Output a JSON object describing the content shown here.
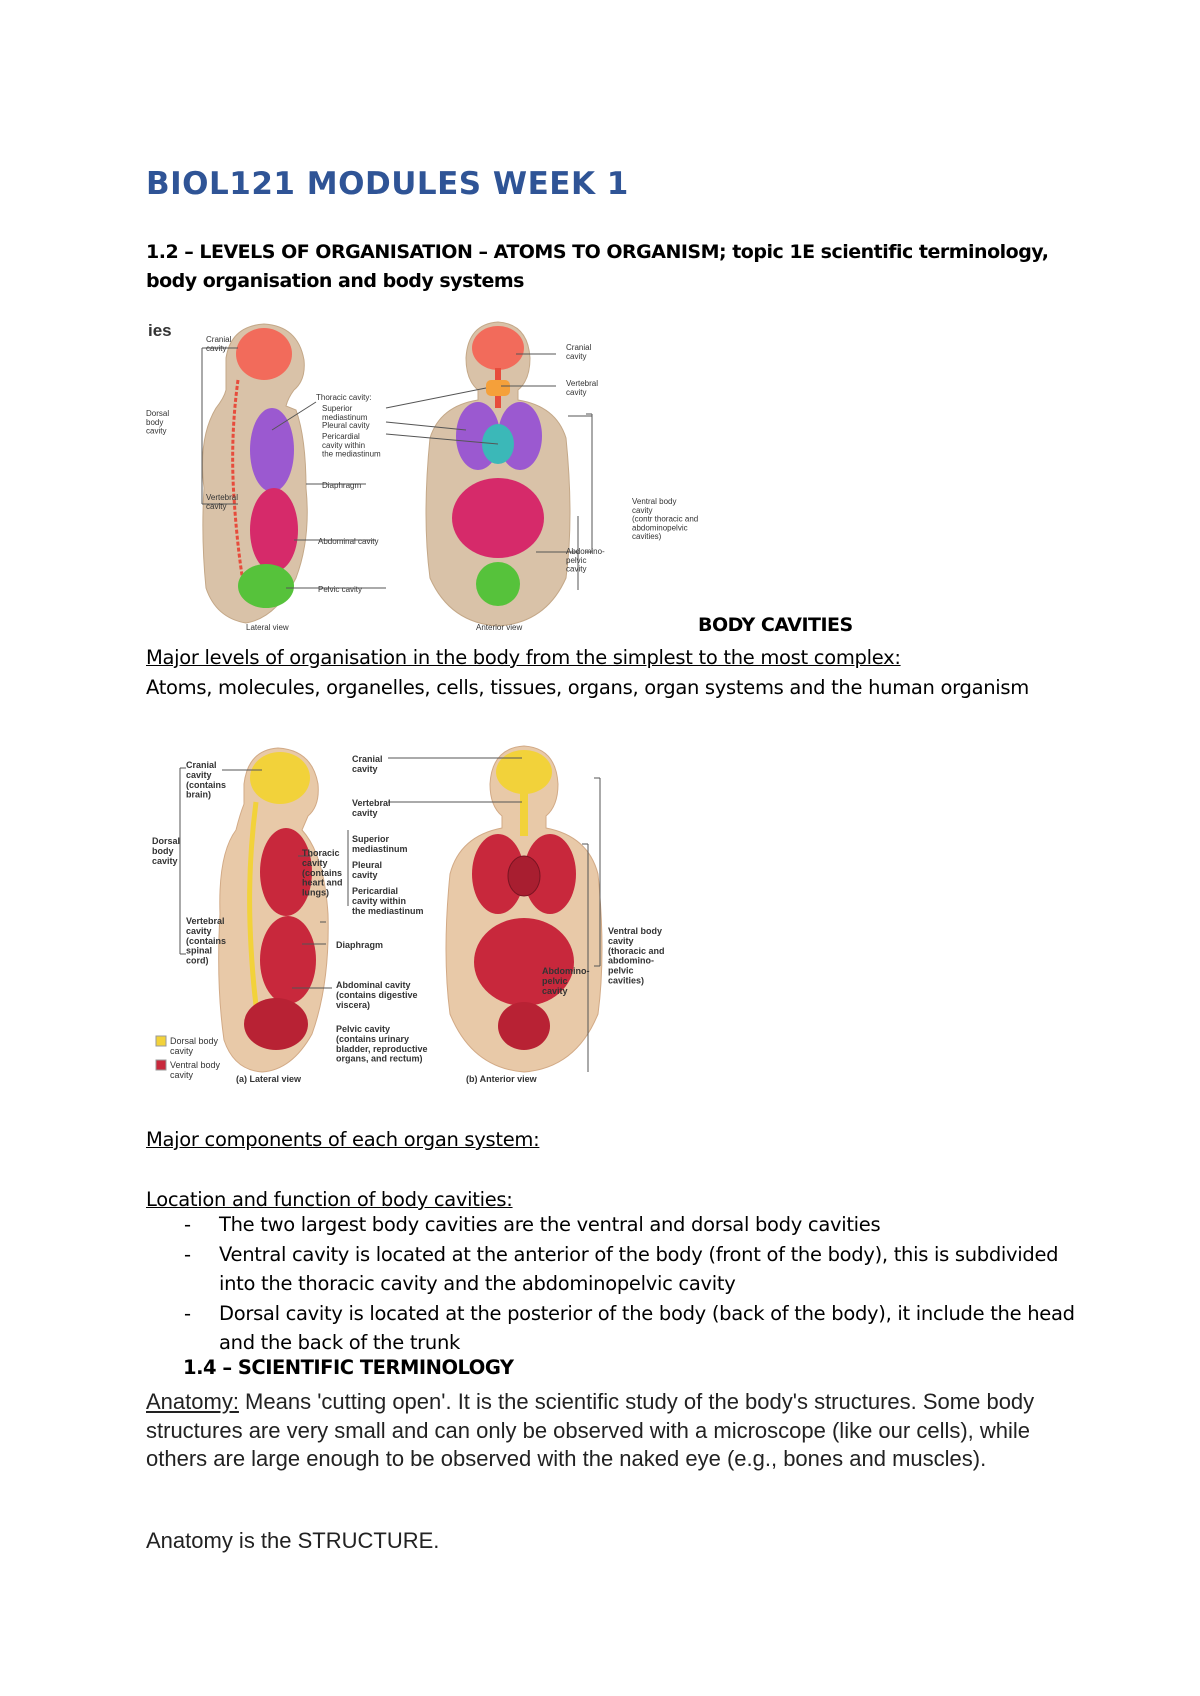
{
  "title": "BIOL121 MODULES WEEK 1",
  "subheading": "1.2 – LEVELS OF ORGANISATION – ATOMS TO ORGANISM; topic 1E scientific terminology, body organisation and body systems",
  "figure1": {
    "corner_text": "ies",
    "labels": {
      "cranial": "Cranial\ncavity",
      "dorsal": "Dorsal\nbody\ncavity",
      "vertebral": "Vertebral\ncavity",
      "thoracic": "Thoracic cavity:",
      "superior": "Superior\nmediastinum",
      "pleural": "Pleural cavity",
      "pericardial": "Pericardial\ncavity within\nthe mediastinum",
      "diaphragm": "Diaphragm",
      "abdominal": "Abdominal cavity",
      "pelvic": "Pelvic cavity",
      "cranial_r": "Cranial\ncavity",
      "vertebral_r": "Vertebral\ncavity",
      "ventral": "Ventral body\ncavity\n(contr thoracic and\nabdominopelvic\ncavities)",
      "abdominopelvic": "Abdomino-\npelvic\ncavity",
      "lateral_view": "Lateral view",
      "anterior_view": "Anterior view"
    },
    "colors": {
      "cranial": "#f26b5b",
      "thoracic": "#9b59d0",
      "pericardial": "#3bb8b8",
      "abdominal": "#d62a6a",
      "pelvic": "#56c23b",
      "superior": "#f5a03a",
      "skin": "#d9c2a8"
    }
  },
  "figure1_caption": "BODY CAVITIES",
  "levels_heading": "Major levels of organisation in the body from the simplest to the most complex:",
  "levels_text": "Atoms, molecules, organelles, cells, tissues, organs, organ systems and the human organism",
  "figure2": {
    "labels": {
      "cranial": "Cranial\ncavity\n(contains\nbrain)",
      "dorsal": "Dorsal\nbody\ncavity",
      "thoracic": "Thoracic\ncavity\n(contains\nheart and\nlungs)",
      "vertebral": "Vertebral\ncavity\n(contains\nspinal\ncord)",
      "diaphragm": "Diaphragm",
      "abdominal": "Abdominal cavity\n(contains digestive\nviscera)",
      "pelvic": "Pelvic cavity\n(contains urinary\nbladder, reproductive\norgans, and rectum)",
      "cranial_r": "Cranial\ncavity",
      "vertebral_r": "Vertebral\ncavity",
      "superior": "Superior\nmediastinum",
      "pleural": "Pleural\ncavity",
      "pericardial": "Pericardial\ncavity within\nthe mediastinum",
      "abdominopelvic": "Abdomino-\npelvic\ncavity",
      "ventral": "Ventral body\ncavity\n(thoracic and\nabdomino-\npelvic\ncavities)",
      "legend_dorsal": "Dorsal body\ncavity",
      "legend_ventral": "Ventral body\ncavity",
      "lateral_view": "(a) Lateral view",
      "anterior_view": "(b) Anterior view"
    },
    "colors": {
      "dorsal": "#f2d23a",
      "ventral": "#c8283c",
      "skin": "#e8c9a8"
    }
  },
  "components_heading": "Major components of each organ system:",
  "cavities_heading": "Location and function of body cavities:",
  "bullet_dash": "-",
  "bullets": [
    "The two largest body cavities are the ventral and dorsal body cavities",
    "Ventral cavity is located at the anterior of the body (front of the body), this is subdivided into the thoracic cavity and the abdominopelvic cavity",
    "Dorsal cavity is located at the posterior of the body (back of the body), it include the head and the back of the trunk"
  ],
  "section_14": "1.4 – SCIENTIFIC TERMINOLOGY",
  "anatomy_label": "Anatomy:",
  "anatomy_text": " Means 'cutting open'. It is the scientific study of the body's structures. Some body structures are very small and can only be observed with a microscope (like our cells), while others are large enough to be observed with the naked eye (e.g., bones and muscles).",
  "anatomy_structure": "Anatomy is the STRUCTURE."
}
